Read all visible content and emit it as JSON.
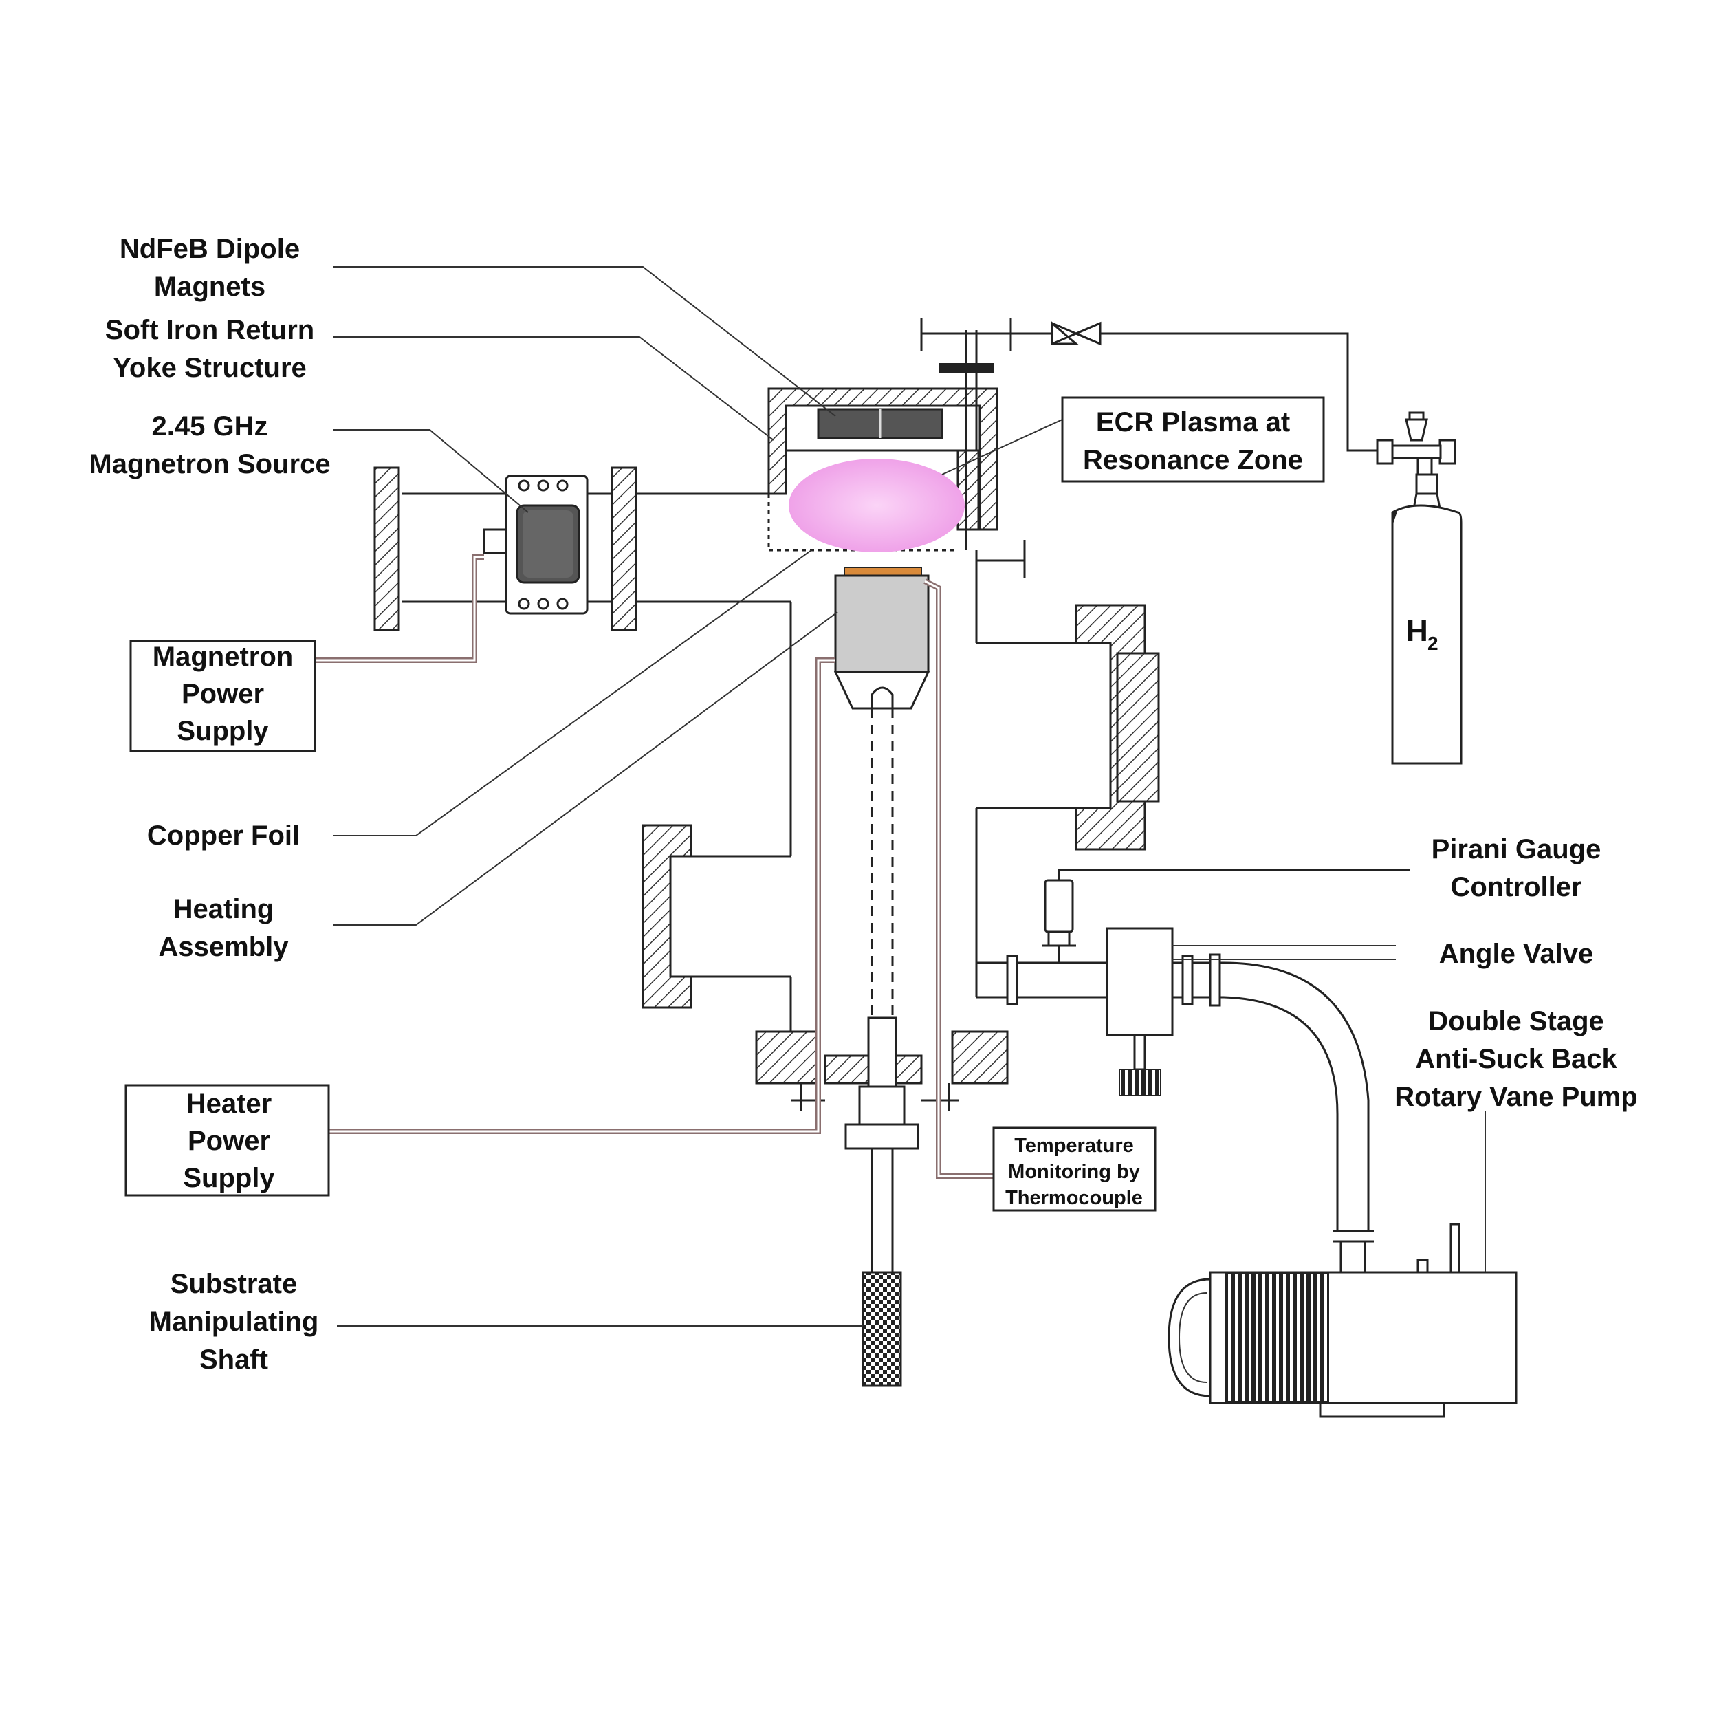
{
  "labels": {
    "ndfeb": [
      "NdFeB Dipole",
      "Magnets"
    ],
    "yoke": [
      "Soft Iron Return",
      "Yoke Structure"
    ],
    "magnetron_source": [
      "2.45 GHz",
      "Magnetron Source"
    ],
    "magnetron_power": [
      "Magnetron",
      "Power",
      "Supply"
    ],
    "copper_foil": [
      "Copper Foil"
    ],
    "heating_assembly": [
      "Heating",
      "Assembly"
    ],
    "heater_power": [
      "Heater",
      "Power",
      "Supply"
    ],
    "substrate_shaft": [
      "Substrate",
      "Manipulating",
      "Shaft"
    ],
    "ecr_plasma": [
      "ECR Plasma at",
      "Resonance Zone"
    ],
    "h2": {
      "main": "H",
      "sub": "2"
    },
    "pirani": [
      "Pirani Gauge",
      "Controller"
    ],
    "angle_valve": [
      "Angle Valve"
    ],
    "pump": [
      "Double Stage",
      "Anti-Suck Back",
      "Rotary Vane Pump"
    ],
    "thermocouple": [
      "Temperature",
      "Monitoring by",
      "Thermocouple"
    ]
  },
  "colors": {
    "plasma": "#f0a8ea",
    "copper": "#d98a3a",
    "wire": "#8a6f6f",
    "heater_block": "#cccccc",
    "magnet": "#555555"
  }
}
